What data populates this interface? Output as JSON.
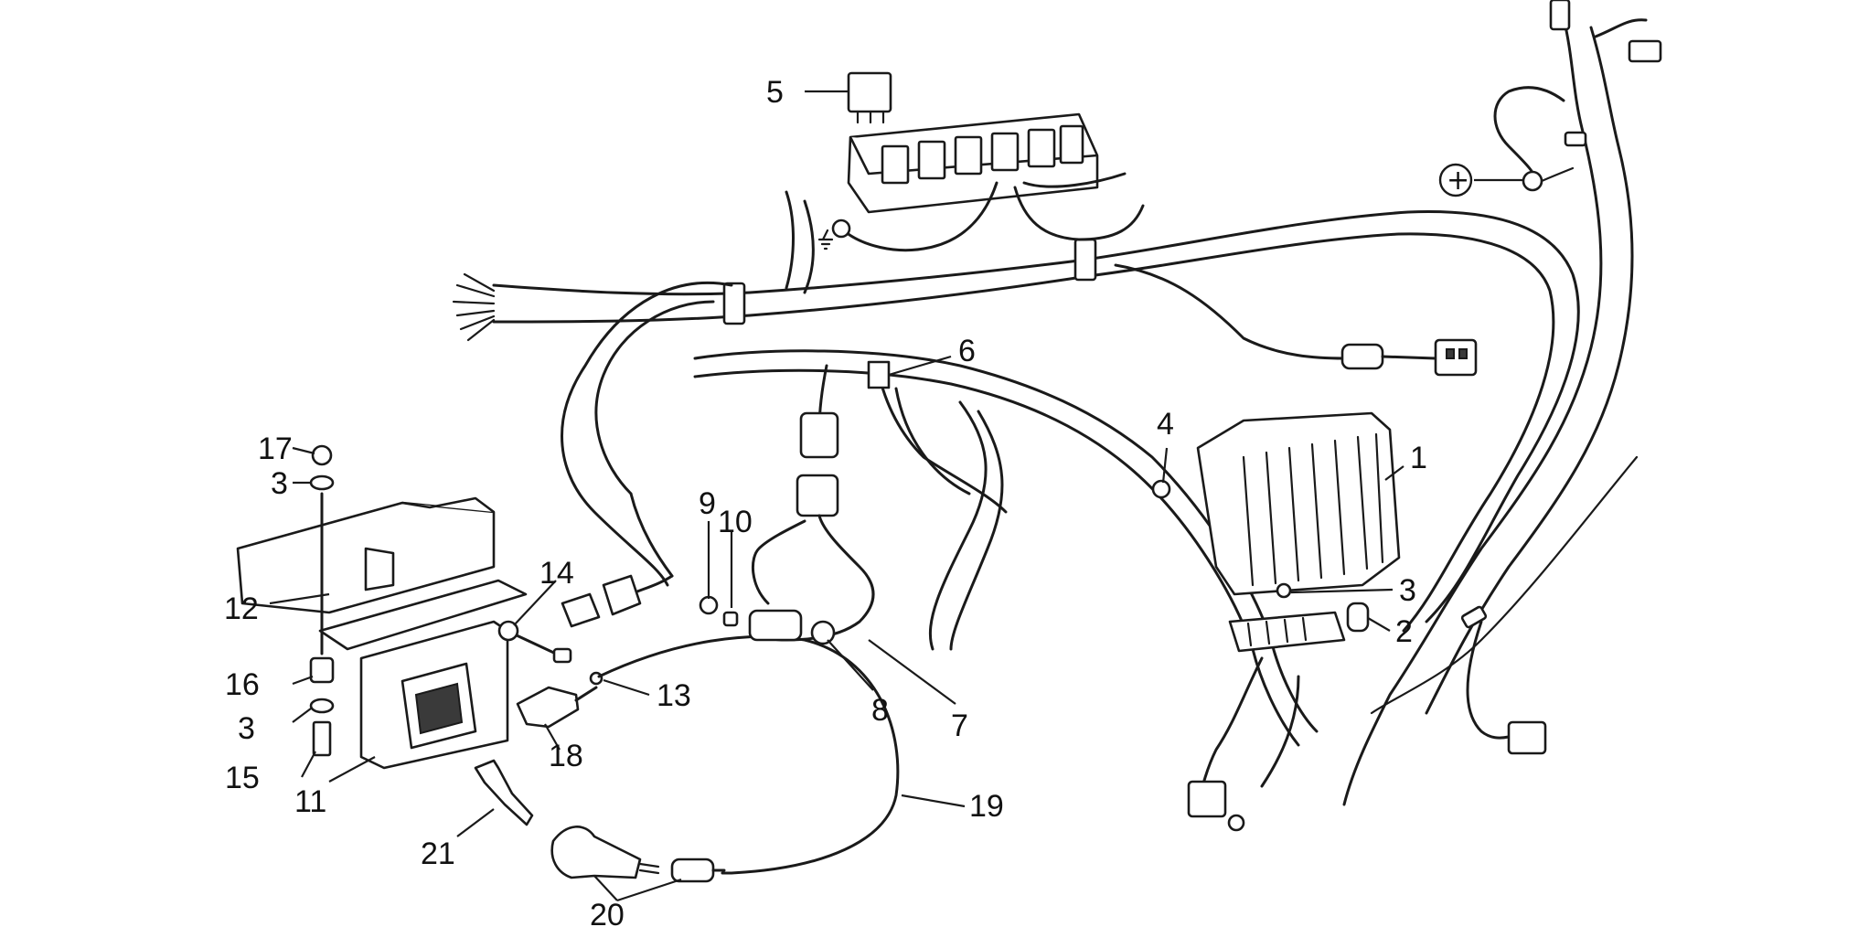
{
  "diagram": {
    "callouts": {
      "c1": "1",
      "c2": "2",
      "c3a": "3",
      "c3b": "3",
      "c3c": "3",
      "c4": "4",
      "c5": "5",
      "c6": "6",
      "c7": "7",
      "c8": "8",
      "c9": "9",
      "c10": "10",
      "c11": "11",
      "c12": "12",
      "c13": "13",
      "c14": "14",
      "c15": "15",
      "c16": "16",
      "c17": "17",
      "c18": "18",
      "c19": "19",
      "c20": "20",
      "c21": "21"
    },
    "symbols": {
      "positive": "+"
    }
  }
}
